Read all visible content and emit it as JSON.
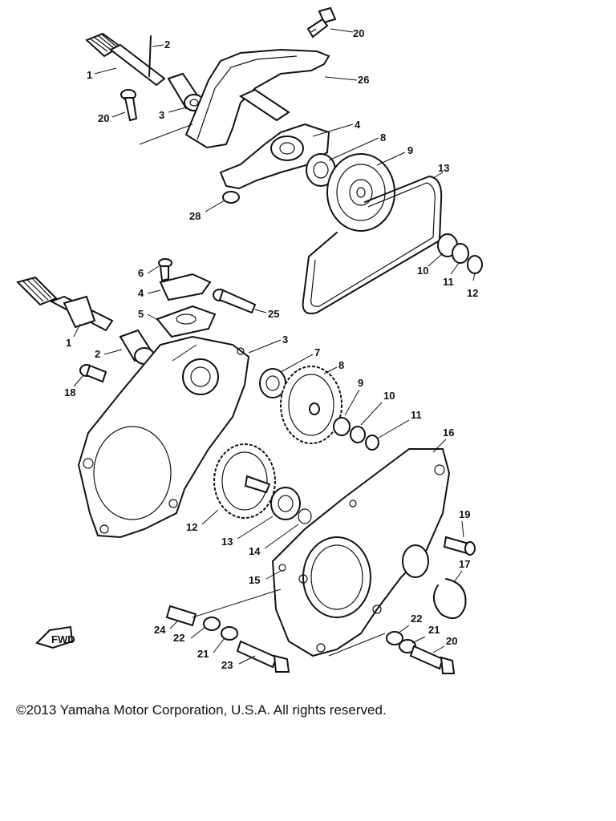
{
  "copyright": "©2013 Yamaha Motor Corporation, U.S.A. All rights reserved.",
  "fwd_label": "FWD",
  "upper_labels": [
    "20",
    "2",
    "1",
    "26",
    "3",
    "20",
    "4",
    "8",
    "9",
    "13",
    "28",
    "10",
    "11",
    "12"
  ],
  "lower_labels": [
    "6",
    "4",
    "5",
    "25",
    "1",
    "2",
    "3",
    "7",
    "8",
    "18",
    "9",
    "10",
    "11",
    "16",
    "12",
    "13",
    "14",
    "19",
    "15",
    "17",
    "24",
    "22",
    "21",
    "23",
    "22",
    "21",
    "20"
  ]
}
